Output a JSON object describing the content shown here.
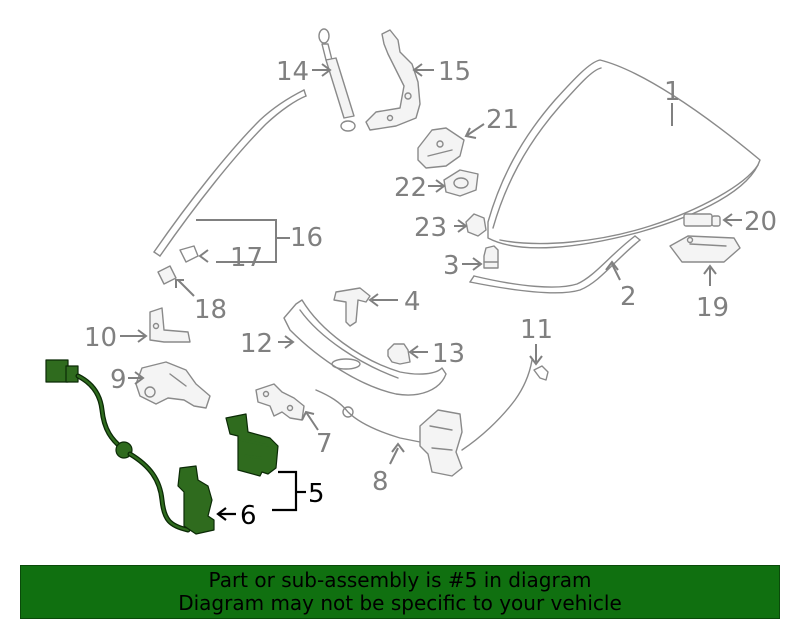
{
  "colors": {
    "highlight_fill": "#2f6b1e",
    "highlight_stroke": "#0b2a06",
    "part_outline": "#8a8a8a",
    "callout_gray": "#808080",
    "banner_background": "#107010",
    "banner_text": "#000000"
  },
  "callouts": [
    {
      "id": "1",
      "label": "1"
    },
    {
      "id": "2",
      "label": "2"
    },
    {
      "id": "3",
      "label": "3"
    },
    {
      "id": "4",
      "label": "4"
    },
    {
      "id": "5",
      "label": "5",
      "highlighted": true
    },
    {
      "id": "6",
      "label": "6",
      "highlighted": true
    },
    {
      "id": "7",
      "label": "7"
    },
    {
      "id": "8",
      "label": "8"
    },
    {
      "id": "9",
      "label": "9"
    },
    {
      "id": "10",
      "label": "10"
    },
    {
      "id": "11",
      "label": "11"
    },
    {
      "id": "12",
      "label": "12"
    },
    {
      "id": "13",
      "label": "13"
    },
    {
      "id": "14",
      "label": "14"
    },
    {
      "id": "15",
      "label": "15"
    },
    {
      "id": "16",
      "label": "16"
    },
    {
      "id": "17",
      "label": "17"
    },
    {
      "id": "18",
      "label": "18"
    },
    {
      "id": "19",
      "label": "19"
    },
    {
      "id": "20",
      "label": "20"
    },
    {
      "id": "21",
      "label": "21"
    },
    {
      "id": "22",
      "label": "22"
    },
    {
      "id": "23",
      "label": "23"
    }
  ],
  "banner": {
    "line1": "Part or sub-assembly is #5 in diagram",
    "line2": "Diagram may not be specific to your vehicle"
  }
}
